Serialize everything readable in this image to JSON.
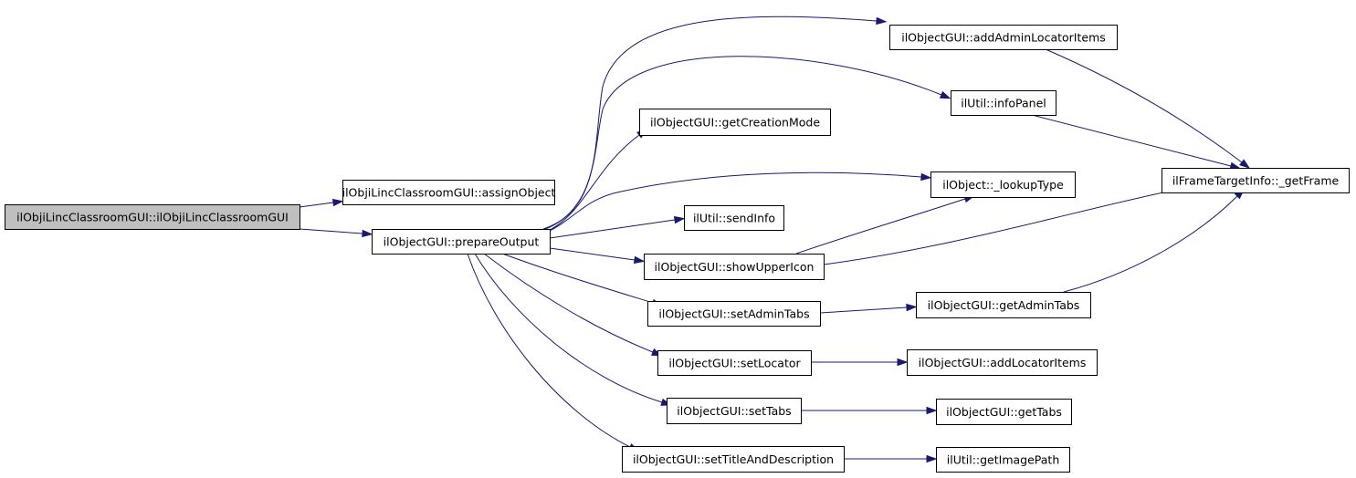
{
  "colors": {
    "edge": "#191970",
    "node_fill": "#ffffff",
    "root_fill": "#bfbfbf",
    "node_border": "#000000"
  },
  "nodes": [
    {
      "id": "root",
      "label": "ilObjiLincClassroomGUI::ilObjiLincClassroomGUI",
      "root": true
    },
    {
      "id": "assignObject",
      "label": "ilObjiLincClassroomGUI::assignObject"
    },
    {
      "id": "prepareOutput",
      "label": "ilObjectGUI::prepareOutput"
    },
    {
      "id": "addAdminLocatorItems",
      "label": "ilObjectGUI::addAdminLocatorItems"
    },
    {
      "id": "infoPanel",
      "label": "ilUtil::infoPanel"
    },
    {
      "id": "getCreationMode",
      "label": "ilObjectGUI::getCreationMode"
    },
    {
      "id": "lookupType",
      "label": "ilObject::_lookupType"
    },
    {
      "id": "getFrame",
      "label": "ilFrameTargetInfo::_getFrame"
    },
    {
      "id": "sendInfo",
      "label": "ilUtil::sendInfo"
    },
    {
      "id": "showUpperIcon",
      "label": "ilObjectGUI::showUpperIcon"
    },
    {
      "id": "setAdminTabs",
      "label": "ilObjectGUI::setAdminTabs"
    },
    {
      "id": "getAdminTabs",
      "label": "ilObjectGUI::getAdminTabs"
    },
    {
      "id": "setLocator",
      "label": "ilObjectGUI::setLocator"
    },
    {
      "id": "addLocatorItems",
      "label": "ilObjectGUI::addLocatorItems"
    },
    {
      "id": "setTabs",
      "label": "ilObjectGUI::setTabs"
    },
    {
      "id": "getTabs",
      "label": "ilObjectGUI::getTabs"
    },
    {
      "id": "setTitleAndDescription",
      "label": "ilObjectGUI::setTitleAndDescription"
    },
    {
      "id": "getImagePath",
      "label": "ilUtil::getImagePath"
    }
  ],
  "edges": [
    {
      "from": "root",
      "to": "assignObject"
    },
    {
      "from": "root",
      "to": "prepareOutput"
    },
    {
      "from": "prepareOutput",
      "to": "addAdminLocatorItems"
    },
    {
      "from": "prepareOutput",
      "to": "infoPanel"
    },
    {
      "from": "prepareOutput",
      "to": "getCreationMode"
    },
    {
      "from": "prepareOutput",
      "to": "lookupType"
    },
    {
      "from": "prepareOutput",
      "to": "sendInfo"
    },
    {
      "from": "prepareOutput",
      "to": "showUpperIcon"
    },
    {
      "from": "prepareOutput",
      "to": "setAdminTabs"
    },
    {
      "from": "prepareOutput",
      "to": "setLocator"
    },
    {
      "from": "prepareOutput",
      "to": "setTabs"
    },
    {
      "from": "prepareOutput",
      "to": "setTitleAndDescription"
    },
    {
      "from": "addAdminLocatorItems",
      "to": "getFrame"
    },
    {
      "from": "infoPanel",
      "to": "getFrame"
    },
    {
      "from": "showUpperIcon",
      "to": "getFrame"
    },
    {
      "from": "showUpperIcon",
      "to": "lookupType"
    },
    {
      "from": "setAdminTabs",
      "to": "getAdminTabs"
    },
    {
      "from": "getAdminTabs",
      "to": "getFrame"
    },
    {
      "from": "setLocator",
      "to": "addLocatorItems"
    },
    {
      "from": "setTabs",
      "to": "getTabs"
    },
    {
      "from": "setTitleAndDescription",
      "to": "getImagePath"
    }
  ]
}
